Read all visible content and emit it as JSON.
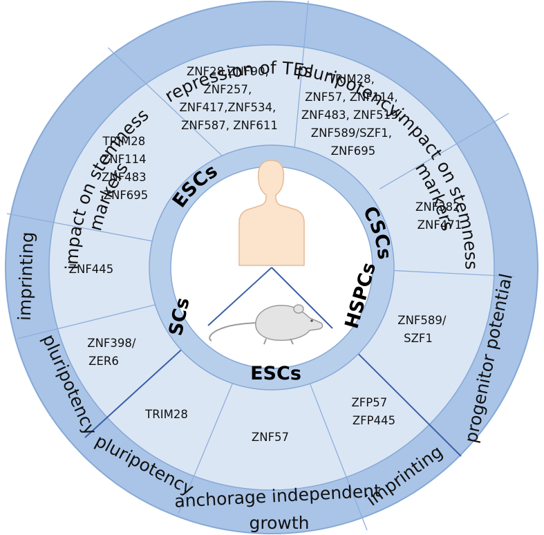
{
  "colors": {
    "outer_ring": "#a9c4e6",
    "middle_area": "#dbe6f4",
    "inner_ring": "#b8cfec",
    "center": "#ffffff",
    "cell_divider": "#8daedb",
    "mouse_divider": "#3a5fa8",
    "human_fill": "#fbe3cc",
    "human_stroke": "#e6b995",
    "mouse_fill": "#e4e4e4",
    "mouse_stroke": "#9a9a9a"
  },
  "groups": {
    "human_escs": "ESCs",
    "cscs": "CSCs",
    "hspcs": "HSPCs",
    "scs": "SCs",
    "mouse_escs": "ESCs"
  },
  "categories": {
    "repression_tes": "repression of TEs",
    "pluripotency_top": "pluripotency",
    "stemness_right_1": "impact on stemness",
    "stemness_right_2": "markers",
    "progenitor": "progenitor potential",
    "imprinting_bottom": "imprinting",
    "anchorage_1": "anchorage independent",
    "anchorage_2": "growth",
    "pluripotency_bottom": "pluripotency",
    "pluripotency_left": "pluripotency",
    "imprinting_left": "imprinting",
    "stemness_left_1": "impact on stemness",
    "stemness_left_2": "markers"
  },
  "genes": {
    "tes": [
      "ZNF28,ZNF90,",
      "ZNF257,",
      "ZNF417,ZNF534,",
      "ZNF587, ZNF611"
    ],
    "pluri_escs": [
      "TRIM28,",
      "ZNF57, ZNF114,",
      "ZNF483, ZNF519,",
      "ZNF589/SZF1,",
      "ZNF695"
    ],
    "stem_escs": [
      "TRIM28",
      "ZNF114",
      "ZNF483",
      "ZNF695"
    ],
    "stem_cscs": [
      "ZNF382",
      "ZNF471"
    ],
    "hspcs": [
      "ZNF589/",
      "SZF1"
    ],
    "imprint_scs": [
      "ZNF445"
    ],
    "pluri_scs": [
      "ZNF398/",
      "ZER6"
    ],
    "mouse_pluri": [
      "TRIM28"
    ],
    "mouse_anchorage": [
      "ZNF57"
    ],
    "mouse_imprint": [
      "ZFP57",
      "ZFP445"
    ]
  }
}
